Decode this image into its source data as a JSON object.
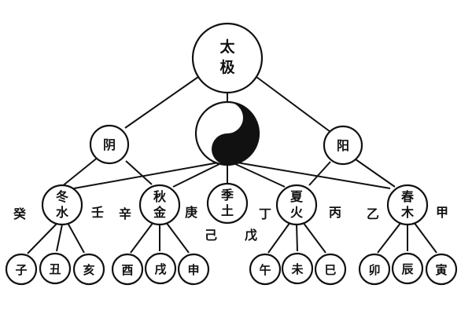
{
  "root": {
    "line1": "太",
    "line2": "极"
  },
  "yin": "阴",
  "yang": "阳",
  "seasons": [
    {
      "line1": "冬",
      "line2": "水",
      "stem_left": "癸",
      "stem_right": "壬",
      "branches": [
        "子",
        "丑",
        "亥"
      ]
    },
    {
      "line1": "秋",
      "line2": "金",
      "stem_left": "辛",
      "stem_right": "庚",
      "branches": [
        "酉",
        "戌",
        "申"
      ]
    },
    {
      "line1": "季",
      "line2": "土",
      "stem_left": "己",
      "stem_right": "戊",
      "branches": []
    },
    {
      "line1": "夏",
      "line2": "火",
      "stem_left": "丁",
      "stem_right": "丙",
      "branches": [
        "午",
        "未",
        "巳"
      ]
    },
    {
      "line1": "春",
      "line2": "木",
      "stem_left": "乙",
      "stem_right": "甲",
      "branches": [
        "卯",
        "辰",
        "寅"
      ]
    }
  ],
  "colors": {
    "ink": "#111111",
    "paper": "#ffffff"
  }
}
